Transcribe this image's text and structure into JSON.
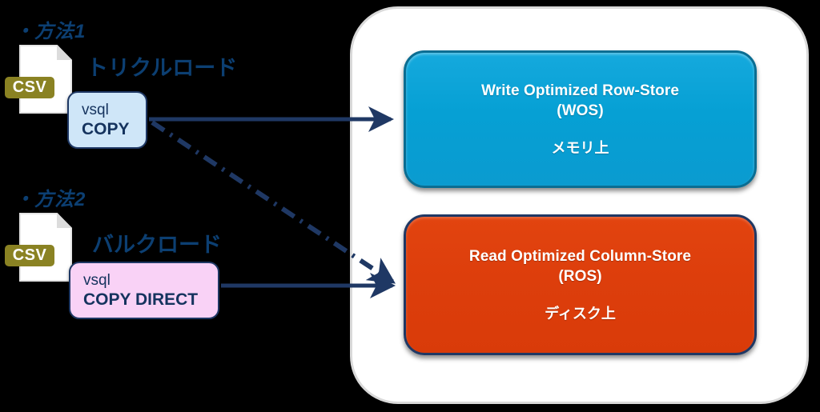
{
  "diagram": {
    "title": "Vertica WOS / ROS data load paths",
    "background_color": "#000000",
    "accent_navy": "#1f3864",
    "wos_color": "#0a9bd0",
    "ros_color": "#dd3e0c",
    "csv_badge_color": "#8a8223",
    "copy_box_color": "#cfe6f8",
    "copy_direct_box_color": "#f9d2f6"
  },
  "methods": [
    {
      "heading": "・方法1",
      "caption": "トリクルロード",
      "file_label": "CSV",
      "command_line1": "vsql",
      "command_line2": "COPY"
    },
    {
      "heading": "・方法2",
      "caption": "バルクロード",
      "file_label": "CSV",
      "command_line1": "vsql",
      "command_line2": "COPY DIRECT"
    }
  ],
  "stores": [
    {
      "name": "wos",
      "title_line1": "Write Optimized Row-Store",
      "title_line2": "(WOS)",
      "subtitle": "メモリ上"
    },
    {
      "name": "ros",
      "title_line1": "Read Optimized Column-Store",
      "title_line2": "(ROS)",
      "subtitle": "ディスク上"
    }
  ],
  "arrows": [
    {
      "name": "copy-to-wos",
      "style": "solid",
      "from": "vsql COPY",
      "to": "WOS"
    },
    {
      "name": "copy-direct-to-ros",
      "style": "solid",
      "from": "vsql COPY DIRECT",
      "to": "ROS"
    },
    {
      "name": "copy-to-ros-moveout",
      "style": "dash-dot",
      "from": "vsql COPY",
      "to": "ROS"
    }
  ]
}
